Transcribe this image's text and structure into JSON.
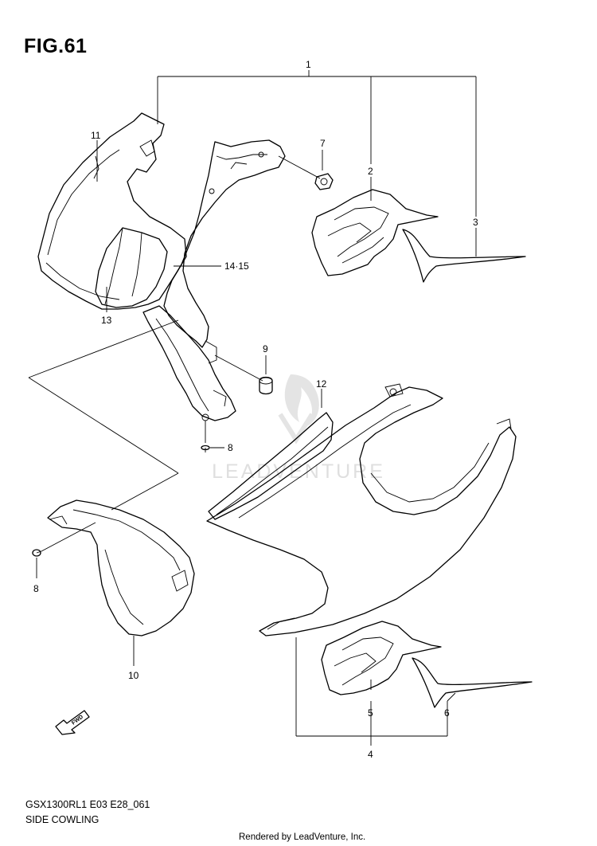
{
  "figure_title": "FIG.61",
  "drawing_code": "GSX1300RL1 E03 E28_061",
  "section_name": "SIDE COWLING",
  "credit": "Rendered by LeadVenture, Inc.",
  "watermark": "LEADVENTURE",
  "callouts": {
    "c1": "1",
    "c2": "2",
    "c3": "3",
    "c4": "4",
    "c5": "5",
    "c6": "6",
    "c7": "7",
    "c8a": "8",
    "c8b": "8",
    "c9": "9",
    "c10": "10",
    "c11": "11",
    "c12": "12",
    "c13": "13",
    "c14": "14·15"
  },
  "fwd_label": "FWD",
  "colors": {
    "line": "#000000",
    "watermark": "#d9d9d9"
  }
}
